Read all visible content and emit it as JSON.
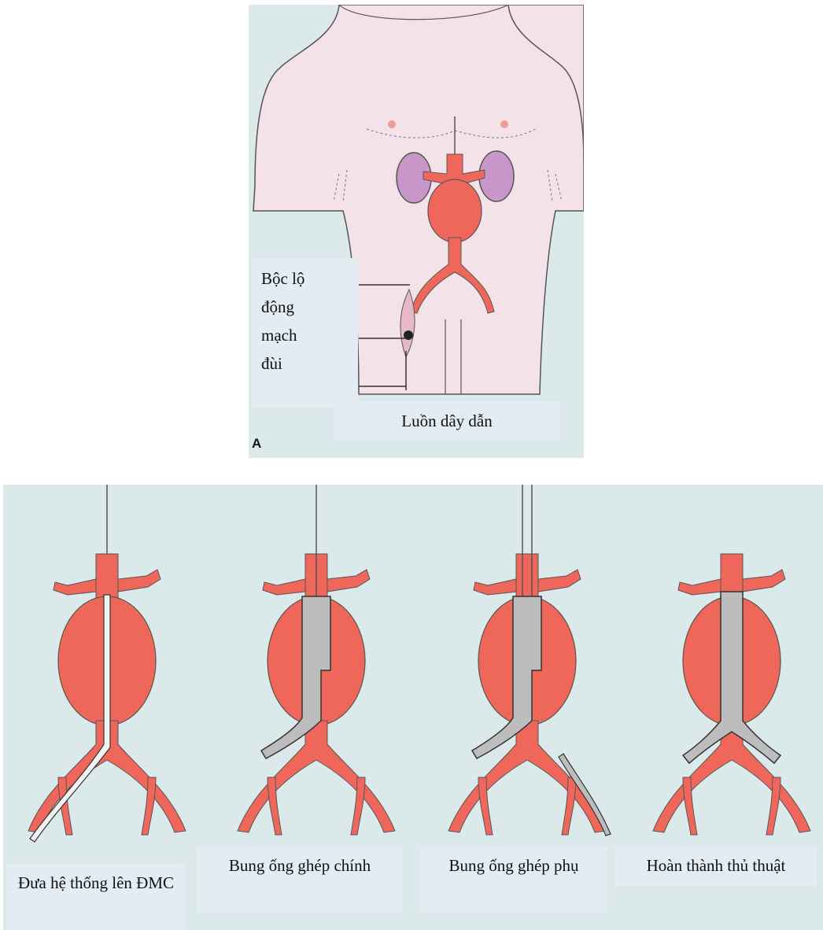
{
  "panel_label": "A",
  "top": {
    "label_exposure": "Bộc lộ\nđộng\nmạch\nđùi",
    "label_wire": "Luồn dây dẫn"
  },
  "steps": [
    {
      "caption": "Đưa hệ thống lên ĐMC"
    },
    {
      "caption": "Bung ống ghép chính"
    },
    {
      "caption": "Bung ống ghép phụ"
    },
    {
      "caption": "Hoàn thành thủ thuật"
    }
  ],
  "colors": {
    "background": "#dce9ea",
    "skin": "#f3e3e8",
    "artery": "#ef675b",
    "kidney": "#c896c8",
    "graft": "#bdbdbd",
    "caption_bg": "#e3ecf3"
  }
}
